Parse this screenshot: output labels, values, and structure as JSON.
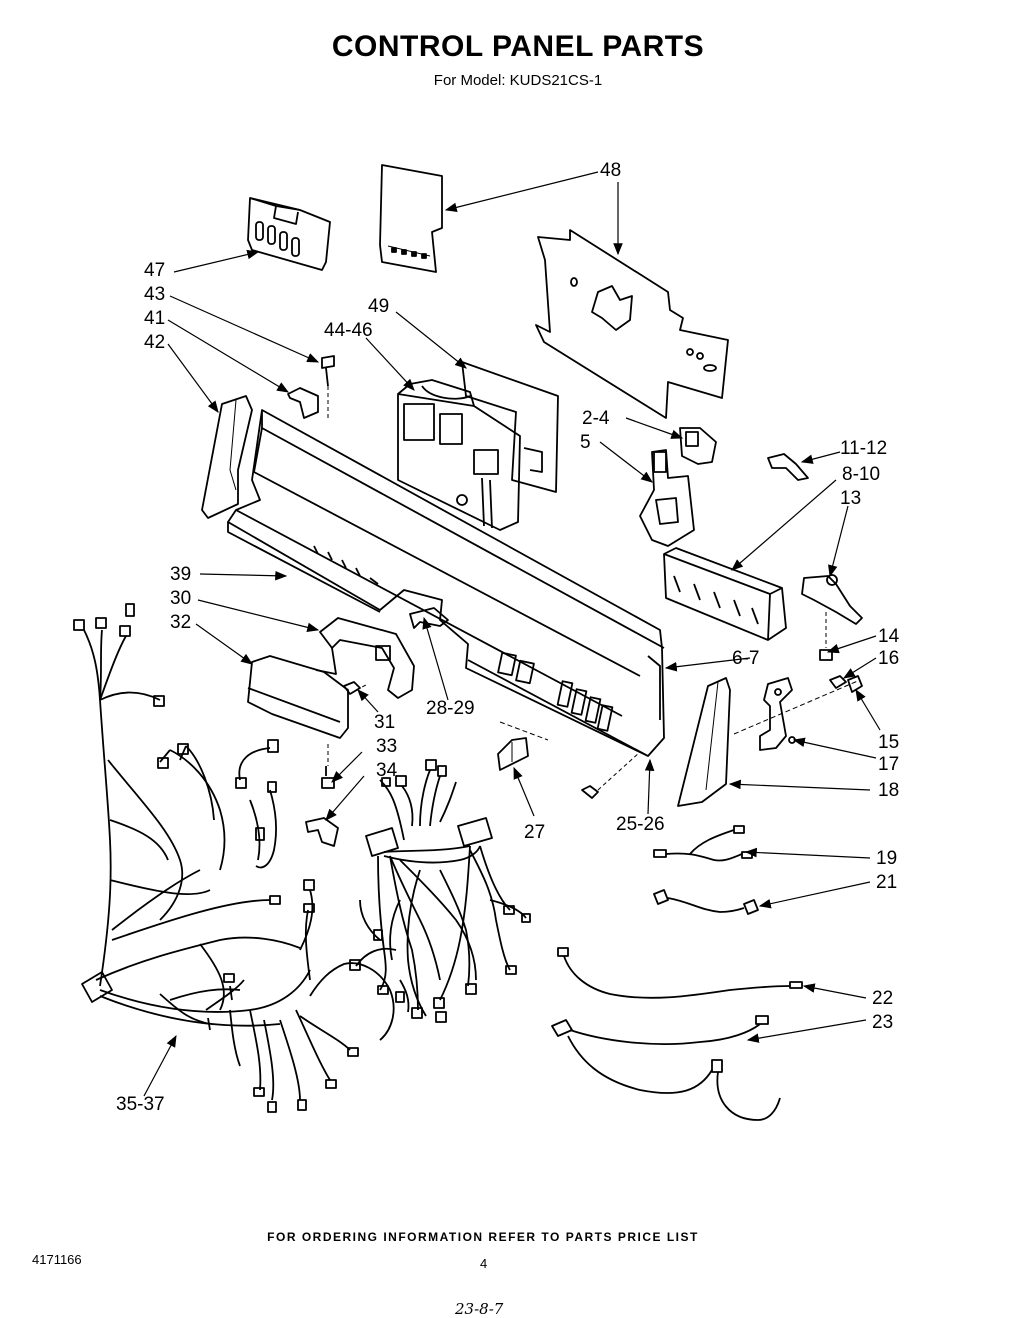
{
  "header": {
    "title": "CONTROL PANEL PARTS",
    "model": "For Model: KUDS21CS-1"
  },
  "labels": {
    "l48": "48",
    "l47": "47",
    "l43": "43",
    "l41": "41",
    "l42": "42",
    "l49": "49",
    "l44_46": "44-46",
    "l2_4": "2-4",
    "l5": "5",
    "l11_12": "11-12",
    "l8_10": "8-10",
    "l13": "13",
    "l39": "39",
    "l30": "30",
    "l32": "32",
    "l14": "14",
    "l16": "16",
    "l6_7": "6-7",
    "l28_29": "28-29",
    "l31": "31",
    "l33": "33",
    "l34": "34",
    "l15": "15",
    "l17": "17",
    "l18": "18",
    "l25_26": "25-26",
    "l27": "27",
    "l19": "19",
    "l21": "21",
    "l22": "22",
    "l23": "23",
    "l35_37": "35-37"
  },
  "footer": {
    "ordering": "FOR ORDERING INFORMATION REFER TO PARTS PRICE LIST",
    "doc_number": "4171166",
    "page": "4",
    "handwritten": "23-8-7"
  }
}
